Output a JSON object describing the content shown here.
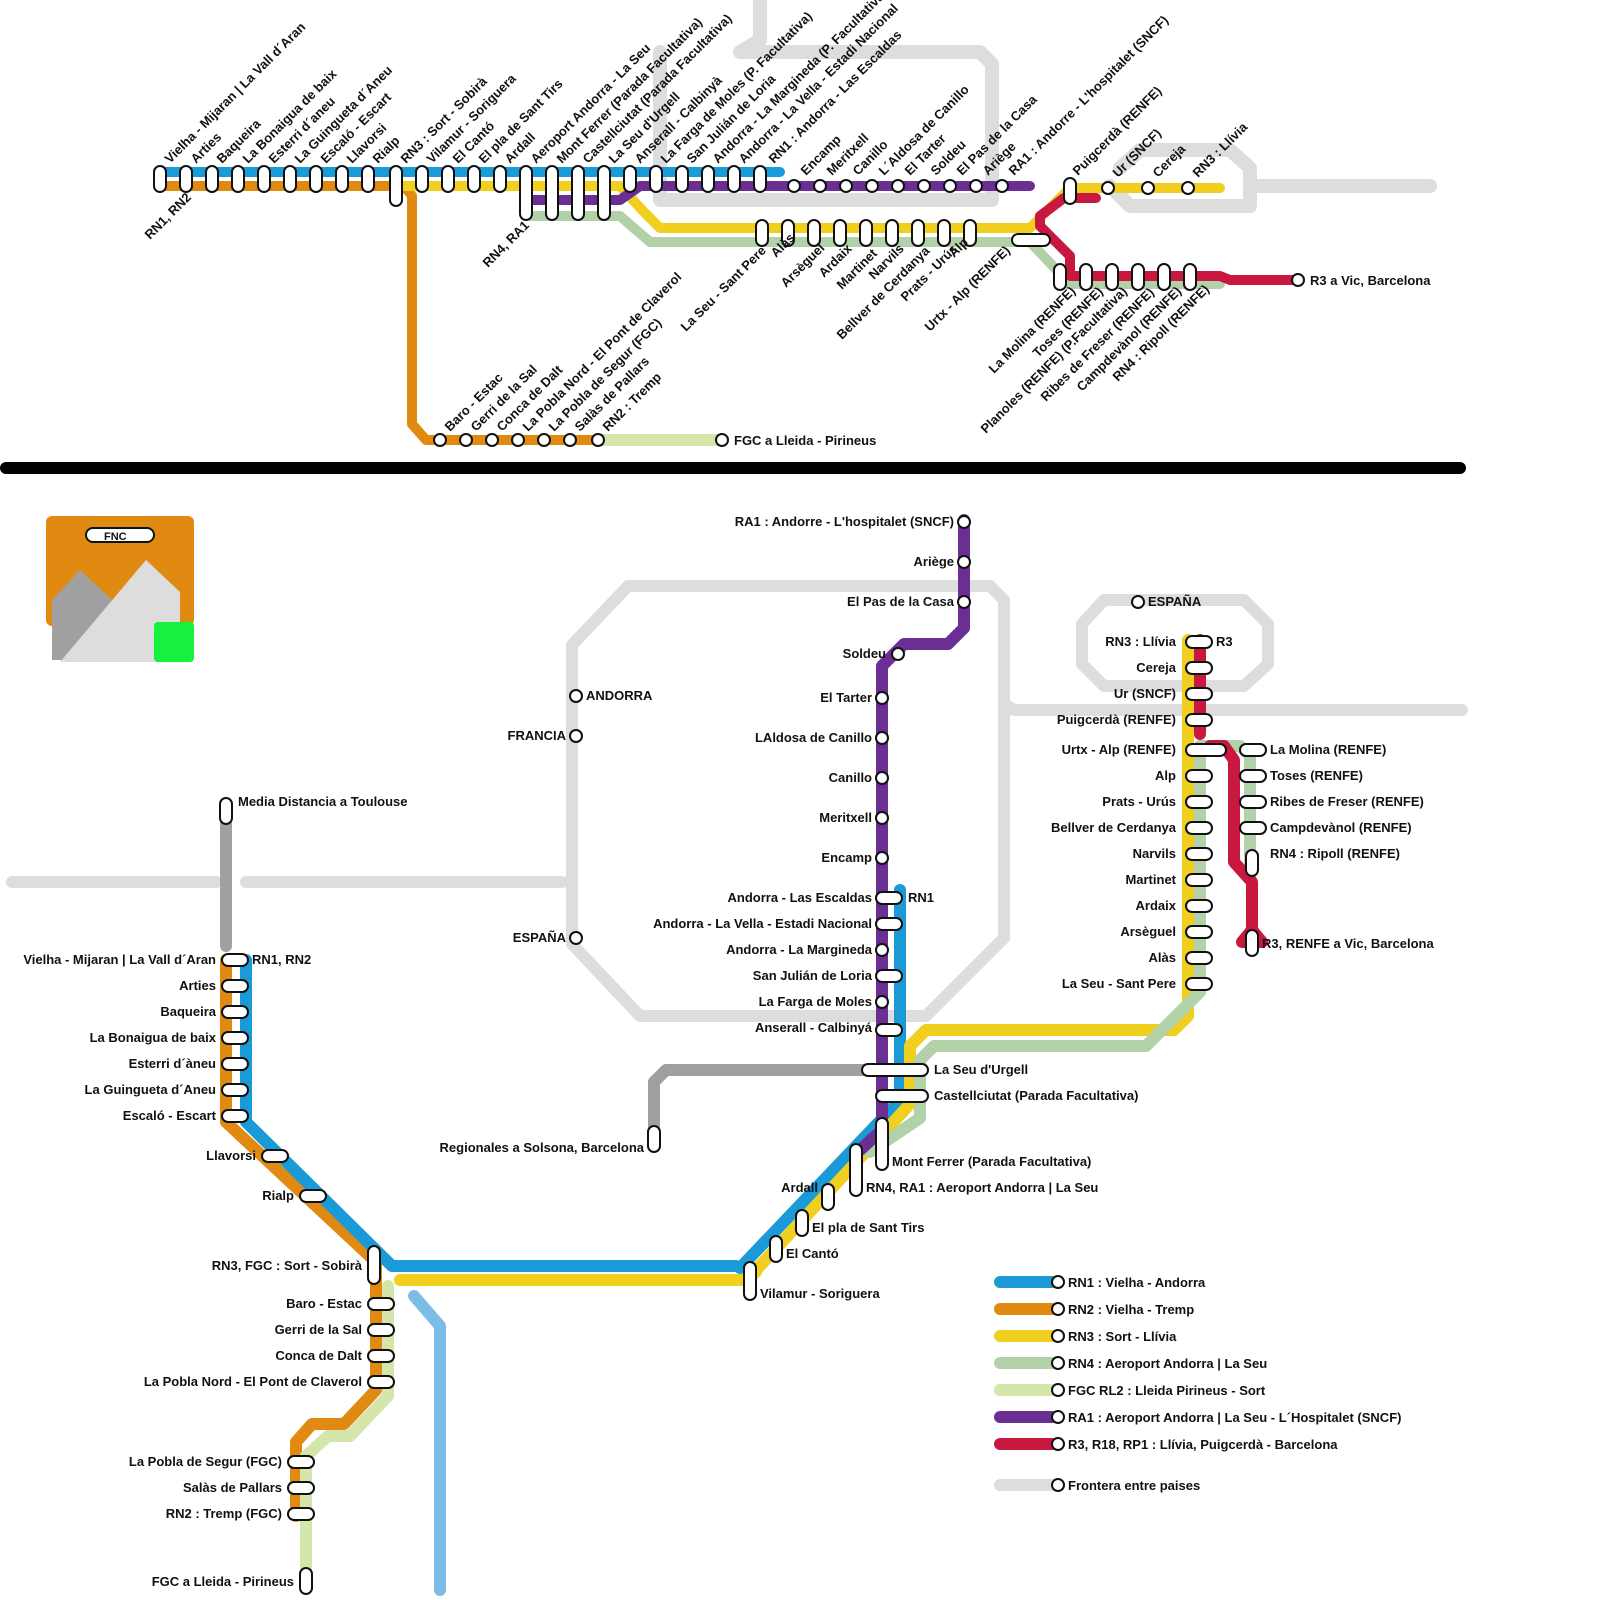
{
  "colors": {
    "rn1": "#1a9ad6",
    "rn1b": "#7cbde8",
    "rn2": "#e08a12",
    "rn3": "#f0cf1e",
    "rn4": "#b3d1a8",
    "fgc": "#d4e6a9",
    "ra1": "#6b2f94",
    "r3": "#c91840",
    "border": "#dddddd",
    "grey": "#a0a0a0",
    "green": "#18f040"
  },
  "logo": {
    "text": "FNC"
  },
  "legend": [
    {
      "color": "rn1",
      "label": "RN1 : Vielha - Andorra"
    },
    {
      "color": "rn2",
      "label": "RN2 : Vielha - Tremp"
    },
    {
      "color": "rn3",
      "label": "RN3 : Sort - Llívia"
    },
    {
      "color": "rn4",
      "label": "RN4 : Aeroport Andorra | La Seu"
    },
    {
      "color": "fgc",
      "label": "FGC RL2 : Lleida Pirineus - Sort"
    },
    {
      "color": "ra1",
      "label": "RA1 : Aeroport Andorra | La Seu - L´Hospitalet (SNCF)"
    },
    {
      "color": "r3",
      "label": "R3, R18, RP1 : Llívia, Puigcerdà - Barcelona"
    },
    {
      "color": "border",
      "label": "Frontera entre paises"
    }
  ],
  "top_labels": [
    "RN1, RN2",
    "Vielha - Mijaran | La Vall d´Aran",
    "Arties",
    "Baqueira",
    "La Bonaigua de baix",
    "Esterri d´aneu",
    "La Guingueta d´Aneu",
    "Escaló - Escart",
    "Llavorsi",
    "Rialp",
    "RN3 : Sort - Sobirà",
    "Vilamur - Soriguera",
    "El Cantó",
    "El pla de Sant Tirs",
    "Ardall",
    "RN4, RA1",
    "Aeroport Andorra - La Seu",
    "Mont Ferrer (Parada Facultativa)",
    "Castellciutat (Parada Facultativa)",
    "La Seu d'Urgell",
    "Anserall - Calbinyà",
    "La Farga de Moles (P. Facultativa)",
    "San Julián de Loria",
    "Andorra - La Margineda (P. Facultativa)",
    "Andorra - La Vella - Estadi Nacional",
    "RN1 : Andorra - Las Escaldas",
    "Encamp",
    "Meritxell",
    "Canillo",
    "L´Aldosa de Canillo",
    "El Tarter",
    "Soldeu",
    "El Pas de la Casa",
    "Ariège",
    "RA1 : Andorre - L'hospitalet (SNCF)",
    "Puigcerdà (RENFE)",
    "Ur (SNCF)",
    "Cereja",
    "RN3 : Llívia",
    "La Seu - Sant Pere",
    "Alàs",
    "Arsèguel",
    "Ardaix",
    "Martinet",
    "Narvils",
    "Bellver de Cerdanya",
    "Prats - Urús",
    "Alp",
    "Urtx - Alp (RENFE)",
    "La Molina (RENFE)",
    "Toses (RENFE)",
    "Planoles (RENFE) (P.Facultativa)",
    "Ribes de Freser (RENFE)",
    "Campdevànol (RENFE)",
    "RN4 : Ripoll (RENFE)",
    "R3 a Vic, Barcelona",
    "Baro - Estac",
    "Gerri de la Sal",
    "Conca de Dalt",
    "La Pobla Nord - El Pont de Claverol",
    "La Pobla de Segur (FGC)",
    "Salàs de Pallars",
    "RN2 : Tremp",
    "FGC a Lleida - Pirineus"
  ],
  "bottom_labels": {
    "ra1_andorre": "RA1 : Andorre - L'hospitalet (SNCF)",
    "ariege": "Ariège",
    "pas_casa": "El Pas de la Casa",
    "soldeu": "Soldeu",
    "tarter": "El Tarter",
    "aldosa": "LAldosa de Canillo",
    "canillo": "Canillo",
    "meritxell": "Meritxell",
    "encamp": "Encamp",
    "escaldas": "Andorra - Las Escaldas",
    "rn1": "RN1",
    "vella": "Andorra - La Vella - Estadi Nacional",
    "margineda": "Andorra - La Margineda",
    "sanjulian": "San Julián de Loria",
    "farga": "La Farga de Moles",
    "anserall": "Anserall - Calbinyá",
    "seu": "La Seu d'Urgell",
    "castellciutat": "Castellciutat (Parada Facultativa)",
    "regionales": "Regionales a Solsona, Barcelona",
    "montferrer": "Mont Ferrer (Parada Facultativa)",
    "ardall": "Ardall",
    "aeroport": "RN4, RA1 : Aeroport Andorra | La Seu",
    "plasanttirs": "El pla de Sant Tirs",
    "canto": "El Cantó",
    "vilamur": "Vilamur - Soriguera",
    "andorra": "ANDORRA",
    "francia": "FRANCIA",
    "espana_l": "ESPAÑA",
    "espana_r": "ESPAÑA",
    "media": "Media Distancia a Toulouse",
    "vielha": "Vielha - Mijaran | La Vall d´Aran",
    "rn1rn2": "RN1, RN2",
    "arties": "Arties",
    "baqueira": "Baqueira",
    "bonaigua": "La Bonaigua de baix",
    "esterri": "Esterri d´àneu",
    "guingueta": "La Guingueta d´Aneu",
    "escalo": "Escaló - Escart",
    "llavorsi": "Llavorsi",
    "rialp": "Rialp",
    "sort": "RN3, FGC : Sort - Sobirà",
    "baro": "Baro - Estac",
    "gerri": "Gerri de la Sal",
    "conca": "Conca de Dalt",
    "poblanord": "La Pobla Nord - El Pont de Claverol",
    "pobla": "La Pobla de Segur (FGC)",
    "salas": "Salàs de Pallars",
    "tremp": "RN2 : Tremp (FGC)",
    "fgc_lleida": "FGC a Lleida - Pirineus",
    "llivia": "RN3 : Llívia",
    "r3": "R3",
    "cereja": "Cereja",
    "ur": "Ur (SNCF)",
    "puigcerda": "Puigcerdà (RENFE)",
    "urtx": "Urtx - Alp (RENFE)",
    "alp": "Alp",
    "prats": "Prats - Urús",
    "bellver": "Bellver de Cerdanya",
    "narvils": "Narvils",
    "martinet": "Martinet",
    "ardaix": "Ardaix",
    "arseguel": "Arsèguel",
    "alas": "Alàs",
    "santpere": "La Seu - Sant Pere",
    "molina": "La Molina (RENFE)",
    "toses": "Toses (RENFE)",
    "ribes": "Ribes de Freser (RENFE)",
    "campdevanol": "Campdevànol (RENFE)",
    "ripoll": "RN4 : Ripoll (RENFE)",
    "vic": "R3, RENFE a Vic, Barcelona"
  }
}
